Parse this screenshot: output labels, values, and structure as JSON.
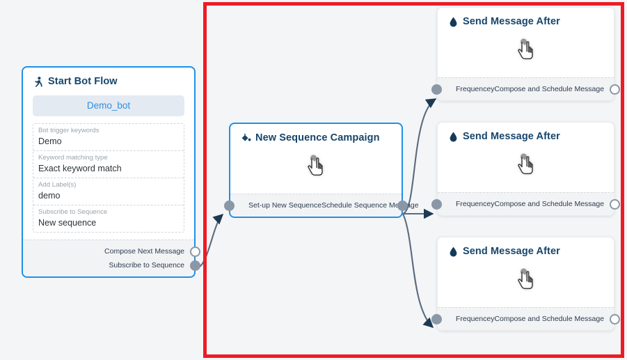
{
  "canvas": {
    "background_color": "#f4f5f7",
    "annotation_rect_color": "#ed1c24",
    "selected_border_color": "#1e90e8",
    "connector_color": "#5a6b7d",
    "port_color": "#8a97a6"
  },
  "nodes": {
    "start_bot_flow": {
      "title": "Start Bot Flow",
      "icon": "running-person-icon",
      "bot_chip": "Demo_bot",
      "fields": [
        {
          "label": "Bot trigger keywords",
          "value": "Demo"
        },
        {
          "label": "Keyword matching type",
          "value": "Exact keyword match"
        },
        {
          "label": "Add Label(s)",
          "value": "demo"
        },
        {
          "label": "Subscribe to Sequence",
          "value": "New sequence"
        }
      ],
      "ports": [
        {
          "label": "Compose Next Message",
          "type": "hollow"
        },
        {
          "label": "Subscribe to Sequence",
          "type": "filled"
        }
      ]
    },
    "new_sequence_campaign": {
      "title": "New Sequence Campaign",
      "icon": "paint-pour-icon",
      "body_icon": "hand-pointer-icon",
      "in_port_label": "Set-up New Sequence",
      "out_port_label": "Schedule Sequence Message"
    },
    "send_message_cards": [
      {
        "title": "Send Message After",
        "icon": "droplet-icon",
        "body_icon": "hand-pointer-icon",
        "in_port_label": "Frequencey",
        "out_port_label": "Compose and Schedule Message"
      },
      {
        "title": "Send Message After",
        "icon": "droplet-icon",
        "body_icon": "hand-pointer-icon",
        "in_port_label": "Frequencey",
        "out_port_label": "Compose and Schedule Message"
      },
      {
        "title": "Send Message After",
        "icon": "droplet-icon",
        "body_icon": "hand-pointer-icon",
        "in_port_label": "Frequencey",
        "out_port_label": "Compose and Schedule Message"
      }
    ]
  }
}
